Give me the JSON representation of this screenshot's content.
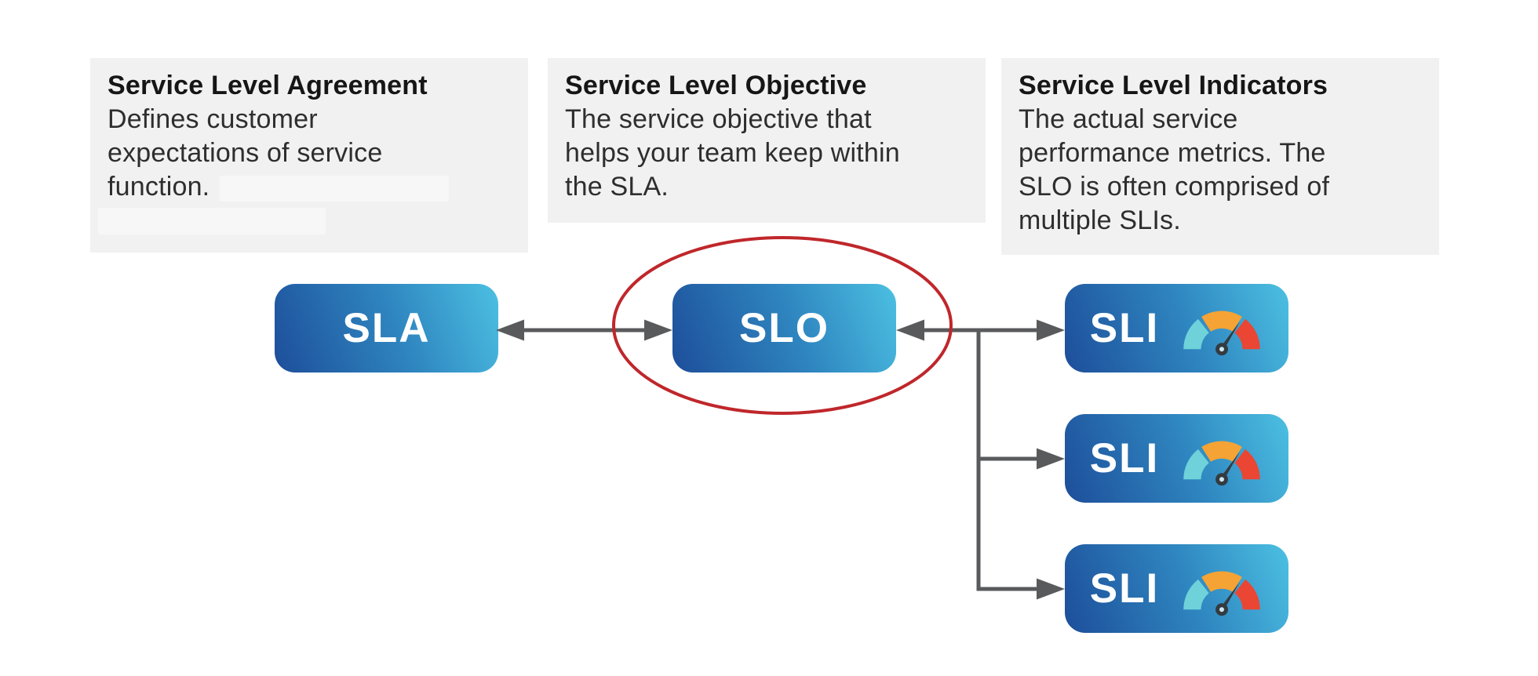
{
  "page": {
    "background": "#ffffff",
    "type": "sla-slo-sli-relationship-diagram"
  },
  "info_cards": [
    {
      "title": "Service Level Agreement",
      "body": "Defines customer\nexpectations of service\nfunction.",
      "redacted_lines_visible": 2
    },
    {
      "title": "Service Level Objective",
      "body": "The service objective that\nhelps your team keep within\nthe SLA."
    },
    {
      "title": "Service Level Indicators",
      "body": "The actual service\nperformance metrics. The\nSLO is often comprised of\nmultiple SLIs."
    }
  ],
  "nodes": {
    "sla_label": "SLA",
    "slo_label": "SLO",
    "sli_labels": [
      "SLI",
      "SLI",
      "SLI"
    ],
    "slo_highlighted_with_red_ellipse": true
  },
  "connectors": {
    "sla_slo": "double-headed-arrow",
    "slo_sli": "trunk-with-three-branches-arrows-both-ends"
  },
  "icons": {
    "sli_icon": "gauge-icon"
  },
  "colors": {
    "card_background": "#f1f1f2",
    "title_text": "#161616",
    "body_text": "#2e2e2e",
    "node_gradient_dark": "#1d4e9a",
    "node_gradient_light": "#4cc0e2",
    "node_label_text": "#ffffff",
    "connector_gray": "#595a5c",
    "highlight_ellipse_red": "#bf272b",
    "gauge_teal": "#6fd2da",
    "gauge_orange": "#f5a335",
    "gauge_red": "#ea4633",
    "gauge_needle": "#333b41"
  }
}
